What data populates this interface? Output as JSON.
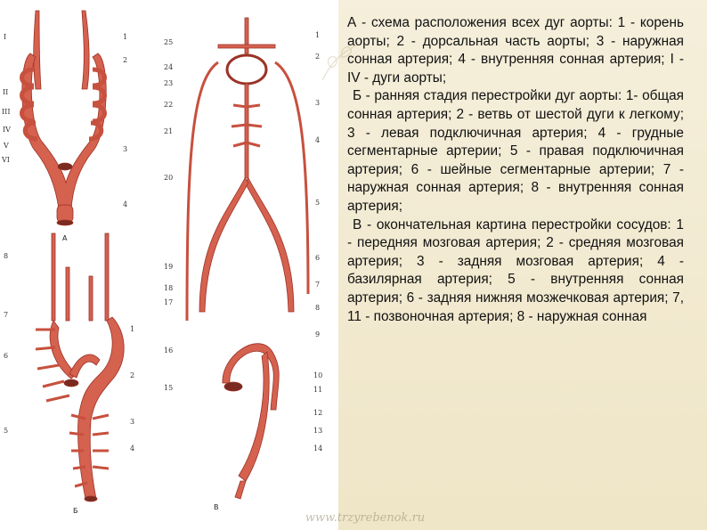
{
  "text": {
    "para_a": "А - схема расположения всех дуг аорты: 1 - корень аорты; 2 - дорсальная часть аорты; 3 - наружная сонная артерия; 4 - внутренняя сонная артерия; I - IV - дуги аорты;",
    "para_b": "Б - ранняя стадия перестройки дуг аорты: 1- общая сонная артерия; 2 - ветвь от шестой дуги к легкому; 3 - левая подключичная артерия; 4 - грудные сегментарные артерии; 5 - правая подключичная артерия; 6 - шейные сегментарные артерии; 7 - наружная сонная артерия; 8 - внутренняя сонная артерия;",
    "para_c": "В - окончательная картина перестройки сосудов: 1 - передняя мозговая артерия; 2 - средняя мозговая артерия; 3 - задняя мозговая артерия; 4 - базилярная артерия; 5 - внутренняя сонная артерия; 6 - задняя нижняя мозжечковая артерия; 7, 11 - позвоночная артерия; 8 - наружная сонная"
  },
  "watermark": "www.trzyrebenok.ru",
  "figure": {
    "caption_a": "А",
    "caption_b": "Б",
    "caption_c": "В",
    "labels_a_left": [
      "I",
      "II",
      "III",
      "IV",
      "V",
      "VI"
    ],
    "labels_a_right": [
      "1",
      "2",
      "3",
      "4"
    ],
    "labels_b_left": [
      "8",
      "7",
      "6",
      "5"
    ],
    "labels_b_right": [
      "1",
      "2",
      "3",
      "4"
    ],
    "labels_c_left": [
      "25",
      "24",
      "23",
      "22",
      "21",
      "20",
      "19",
      "18",
      "17",
      "16",
      "15"
    ],
    "labels_c_right": [
      "1",
      "2",
      "3",
      "4",
      "5",
      "6",
      "7",
      "8",
      "9",
      "10",
      "11",
      "12",
      "13",
      "14"
    ]
  },
  "colors": {
    "vessel": "#d5614f",
    "vessel_dark": "#9b3226",
    "background": "#f3ecd6"
  }
}
